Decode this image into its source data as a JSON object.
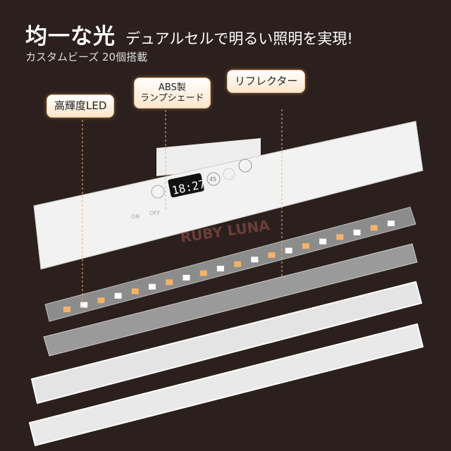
{
  "header": {
    "title": "均一な光",
    "tagline": "デュアルセルで明るい照明を実現!",
    "subtitle": "カスタムビーズ 20個搭載"
  },
  "labels": {
    "led": "高輝度LED",
    "shade_line1": "ABS製",
    "shade_line2": "ランプシェード",
    "reflector": "リフレクター"
  },
  "display": {
    "time": "18:27",
    "timer": "45",
    "switch_on": "ON",
    "switch_off": "OFF"
  },
  "watermark": "RUBY LUNA",
  "beads": [
    "warm",
    "white",
    "warm",
    "white",
    "warm",
    "white",
    "warm",
    "white",
    "warm",
    "white",
    "warm",
    "white",
    "warm",
    "white",
    "warm",
    "white",
    "warm",
    "white",
    "warm",
    "white"
  ],
  "colors": {
    "background": "#2b201d",
    "warm": "#f3b36a",
    "white": "#ffffff",
    "housing": "#f1f1f1"
  }
}
